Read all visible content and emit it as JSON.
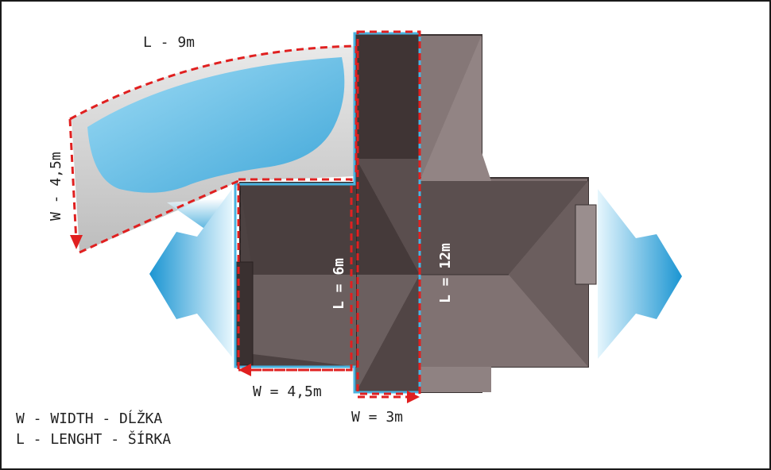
{
  "labels": {
    "pool_length": "L - 9m",
    "pool_width": "W - 4,5m",
    "roof_left_length": "L = 6m",
    "roof_right_length": "L = 12m",
    "left_width": "W = 4,5m",
    "center_width": "W = 3m"
  },
  "legend": {
    "width_line": "W - WIDTH  - DĹŽKA",
    "length_line": "L - LENGHT - ŠÍRKA"
  },
  "colors": {
    "roof_dark": "#4a3f3f",
    "roof_mid": "#6b5f5f",
    "roof_light": "#8a7d7d",
    "roof_right": "#857777",
    "pool_water": "#5fb8e0",
    "pool_edge": "#cfcfcf",
    "measure_dashed": "#e02020",
    "outline_blue": "#4ab3e0",
    "arrow_blue": "#2a9fd6"
  }
}
